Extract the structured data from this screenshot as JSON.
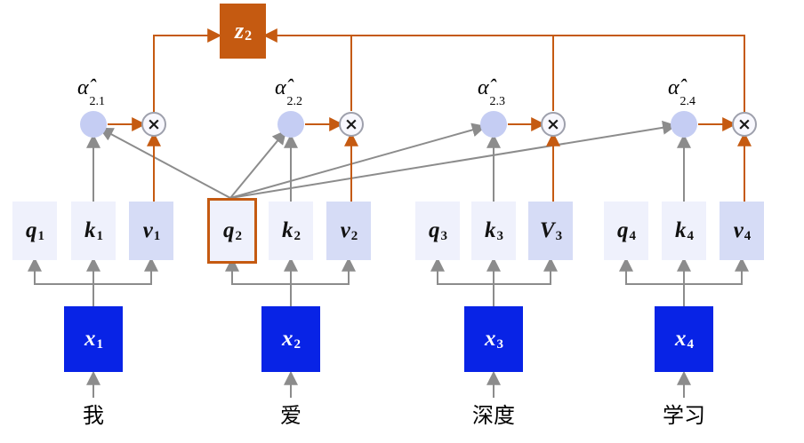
{
  "diagram": {
    "output": {
      "base": "z",
      "sub": "2"
    },
    "multiply_symbol": "×",
    "attention_weights": [
      {
        "base": "α̂",
        "sub": "2.1"
      },
      {
        "base": "α̂",
        "sub": "2.2"
      },
      {
        "base": "α̂",
        "sub": "2.3"
      },
      {
        "base": "α̂",
        "sub": "2.4"
      }
    ],
    "groups": [
      {
        "q": {
          "base": "q",
          "sub": "1"
        },
        "k": {
          "base": "k",
          "sub": "1"
        },
        "v": {
          "base": "v",
          "sub": "1"
        },
        "x": {
          "base": "x",
          "sub": "1"
        },
        "token": "我"
      },
      {
        "q": {
          "base": "q",
          "sub": "2"
        },
        "k": {
          "base": "k",
          "sub": "2"
        },
        "v": {
          "base": "v",
          "sub": "2"
        },
        "x": {
          "base": "x",
          "sub": "2"
        },
        "token": "爱"
      },
      {
        "q": {
          "base": "q",
          "sub": "3"
        },
        "k": {
          "base": "k",
          "sub": "3"
        },
        "v": {
          "base": "V",
          "sub": "3"
        },
        "x": {
          "base": "x",
          "sub": "3"
        },
        "token": "深度"
      },
      {
        "q": {
          "base": "q",
          "sub": "4"
        },
        "k": {
          "base": "k",
          "sub": "4"
        },
        "v": {
          "base": "v",
          "sub": "4"
        },
        "x": {
          "base": "x",
          "sub": "4"
        },
        "token": "学习"
      }
    ],
    "colors": {
      "accent_orange": "#C55A11",
      "arrow_gray": "#8C8C8C",
      "qk_box_fill": "#EFF1FC",
      "v_box_fill": "#D6DCF6",
      "alpha_circle_fill": "#C5CDF3",
      "x_box_fill": "#0823E6"
    }
  }
}
